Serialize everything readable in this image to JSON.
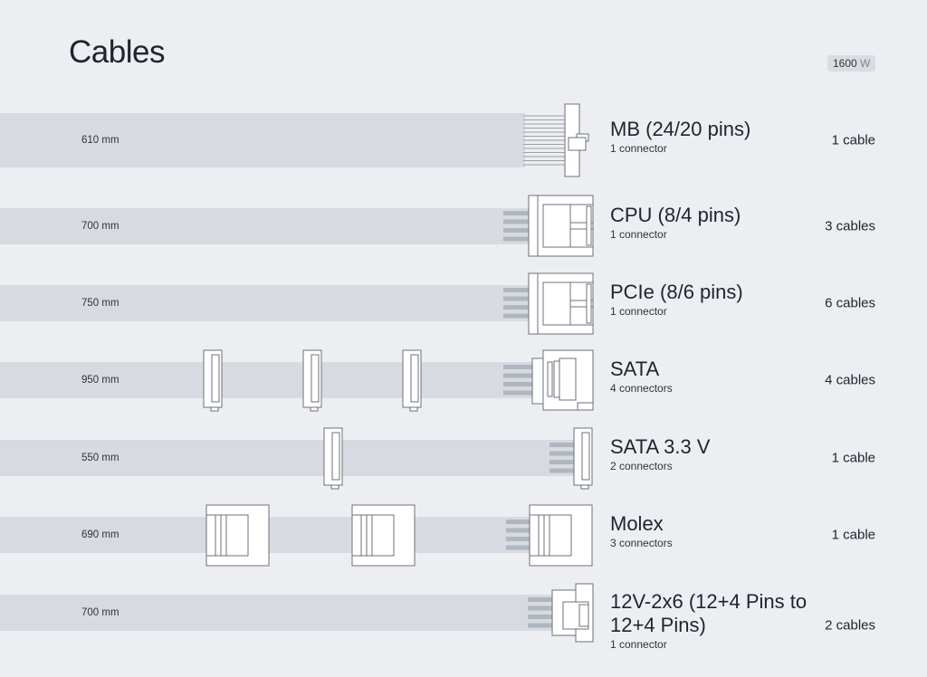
{
  "title": "Cables",
  "wattage": {
    "value": "1600",
    "unit": "W"
  },
  "cables": [
    {
      "length": "610 mm",
      "name": "MB (24/20 pins)",
      "connectors": "1 connector",
      "count": "1 cable"
    },
    {
      "length": "700 mm",
      "name": "CPU (8/4 pins)",
      "connectors": "1 connector",
      "count": "3 cables"
    },
    {
      "length": "750 mm",
      "name": "PCIe (8/6 pins)",
      "connectors": "1 connector",
      "count": "6 cables"
    },
    {
      "length": "950 mm",
      "name": "SATA",
      "connectors": "4 connectors",
      "count": "4 cables"
    },
    {
      "length": "550 mm",
      "name": "SATA 3.3 V",
      "connectors": "2 connectors",
      "count": "1 cable"
    },
    {
      "length": "690 mm",
      "name": "Molex",
      "connectors": "3 connectors",
      "count": "1 cable"
    },
    {
      "length": "700 mm",
      "name": "12V-2x6 (12+4 Pins to 12+4 Pins)",
      "connectors": "1 connector",
      "count": "2 cables"
    }
  ]
}
